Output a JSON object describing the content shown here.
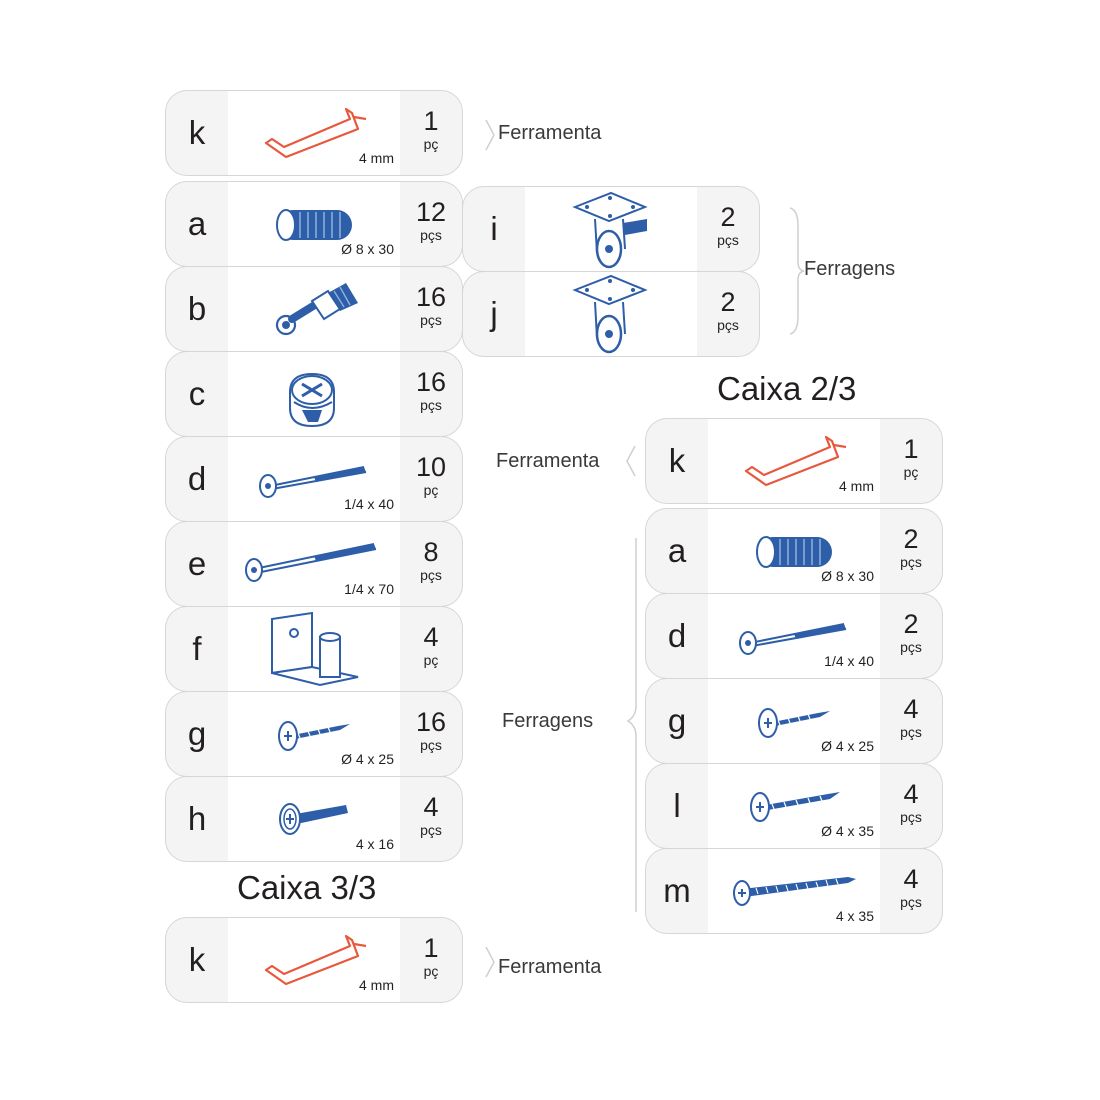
{
  "groups": {
    "tool_label": "Ferramenta",
    "hardware_label": "Ferragens"
  },
  "box1": {
    "tool": {
      "letter": "k",
      "size": "4 mm",
      "qty": "1",
      "unit": "pç",
      "icon": "allen-key-icon"
    },
    "parts": [
      {
        "letter": "a",
        "size": "Ø 8 x 30",
        "qty": "12",
        "unit": "pçs",
        "icon": "dowel-icon"
      },
      {
        "letter": "b",
        "size": "",
        "qty": "16",
        "unit": "pçs",
        "icon": "connector-bolt-icon"
      },
      {
        "letter": "c",
        "size": "",
        "qty": "16",
        "unit": "pçs",
        "icon": "cam-lock-icon"
      },
      {
        "letter": "d",
        "size": "1/4 x 40",
        "qty": "10",
        "unit": "pç",
        "icon": "bolt-icon"
      },
      {
        "letter": "e",
        "size": "1/4 x 70",
        "qty": "8",
        "unit": "pçs",
        "icon": "bolt-icon"
      },
      {
        "letter": "f",
        "size": "",
        "qty": "4",
        "unit": "pç",
        "icon": "bracket-icon"
      },
      {
        "letter": "g",
        "size": "Ø 4 x 25",
        "qty": "16",
        "unit": "pçs",
        "icon": "screw-icon"
      },
      {
        "letter": "h",
        "size": "4 x 16",
        "qty": "4",
        "unit": "pçs",
        "icon": "screw-icon"
      }
    ],
    "casters": [
      {
        "letter": "i",
        "qty": "2",
        "unit": "pçs",
        "icon": "caster-brake-icon"
      },
      {
        "letter": "j",
        "qty": "2",
        "unit": "pçs",
        "icon": "caster-icon"
      }
    ]
  },
  "box2": {
    "title": "Caixa 2/3",
    "tool": {
      "letter": "k",
      "size": "4 mm",
      "qty": "1",
      "unit": "pç",
      "icon": "allen-key-icon"
    },
    "parts": [
      {
        "letter": "a",
        "size": "Ø 8 x 30",
        "qty": "2",
        "unit": "pçs",
        "icon": "dowel-icon"
      },
      {
        "letter": "d",
        "size": "1/4 x 40",
        "qty": "2",
        "unit": "pçs",
        "icon": "bolt-icon"
      },
      {
        "letter": "g",
        "size": "Ø 4 x 25",
        "qty": "4",
        "unit": "pçs",
        "icon": "screw-icon"
      },
      {
        "letter": "l",
        "size": "Ø 4 x 35",
        "qty": "4",
        "unit": "pçs",
        "icon": "screw-icon"
      },
      {
        "letter": "m",
        "size": "4 x 35",
        "qty": "4",
        "unit": "pçs",
        "icon": "long-screw-icon"
      }
    ]
  },
  "box3": {
    "title": "Caixa 3/3",
    "tool": {
      "letter": "k",
      "size": "4 mm",
      "qty": "1",
      "unit": "pç",
      "icon": "allen-key-icon"
    }
  },
  "colors": {
    "tool": "#e8583c",
    "hardware": "#2e5ea8",
    "card_bg": "#f4f4f4",
    "card_border": "#d6d6d6"
  }
}
